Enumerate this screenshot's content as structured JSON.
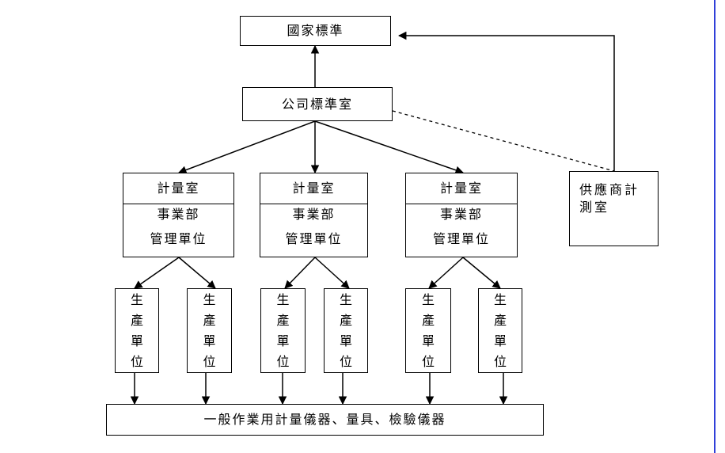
{
  "colors": {
    "line": "#000000",
    "border_accent": "#2f3fd8",
    "background": "#ffffff"
  },
  "national_standard": "國家標準",
  "company_lab": "公司標準室",
  "supplier_lab": [
    "供應商計",
    "測室"
  ],
  "departments": [
    {
      "lab": "計量室",
      "unit": "事業部",
      "mgmt": "管理單位"
    },
    {
      "lab": "計量室",
      "unit": "事業部",
      "mgmt": "管理單位"
    },
    {
      "lab": "計量室",
      "unit": "事業部",
      "mgmt": "管理單位"
    }
  ],
  "production_units": [
    [
      "生",
      "產",
      "單",
      "位"
    ],
    [
      "生",
      "產",
      "單",
      "位"
    ],
    [
      "生",
      "產",
      "單",
      "位"
    ],
    [
      "生",
      "產",
      "單",
      "位"
    ],
    [
      "生",
      "產",
      "單",
      "位"
    ],
    [
      "生",
      "產",
      "單",
      "位"
    ]
  ],
  "instruments": "一般作業用計量儀器、量具、檢驗儀器"
}
